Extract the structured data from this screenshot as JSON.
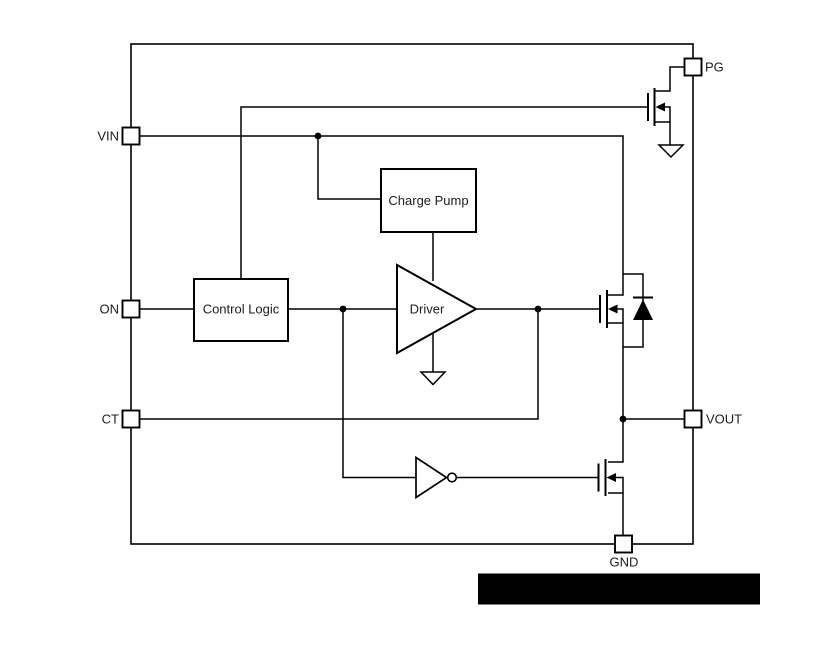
{
  "colors": {
    "background": "#ffffff",
    "line": "#000000",
    "text": "#1c1c1c",
    "redaction": "#000000"
  },
  "pins": [
    {
      "label": "VIN",
      "side": "left"
    },
    {
      "label": "ON",
      "side": "left"
    },
    {
      "label": "CT",
      "side": "left"
    },
    {
      "label": "PG",
      "side": "right"
    },
    {
      "label": "VOUT",
      "side": "right"
    },
    {
      "label": "GND",
      "side": "bottom"
    }
  ],
  "blocks": {
    "charge_pump": {
      "label": "Charge Pump"
    },
    "control_logic": {
      "label": "Control Logic"
    },
    "driver": {
      "label": "Driver"
    }
  },
  "symbols": {
    "pg_fet": "nmos-transistor",
    "pass_fet": "nmos-transistor-with-body-diode",
    "discharge_fet": "nmos-transistor",
    "inverter": "logic-inverter",
    "ground": "ground-triangle",
    "junction": "junction-dot",
    "redaction": "redacted-black-bar"
  }
}
